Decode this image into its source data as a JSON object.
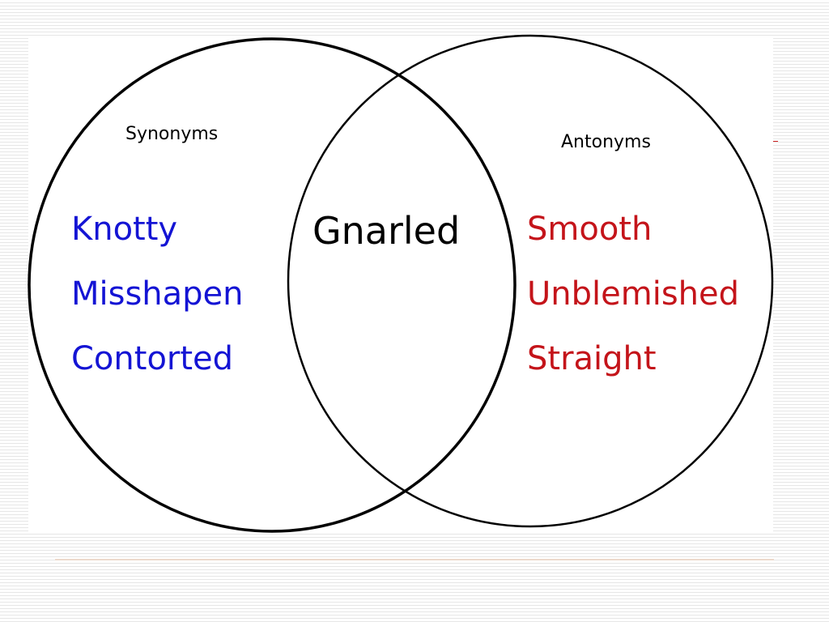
{
  "synonyms": {
    "heading": "Synonyms",
    "words": [
      "Knotty",
      "Misshapen",
      "Contorted"
    ]
  },
  "antonyms": {
    "heading": "Antonyms",
    "words": [
      "Smooth",
      "Unblemished",
      "Straight"
    ]
  },
  "center_term": "Gnarled",
  "colors": {
    "synonym_text": "#1414d4",
    "antonym_text": "#c4141a",
    "circle_stroke": "#000000"
  }
}
